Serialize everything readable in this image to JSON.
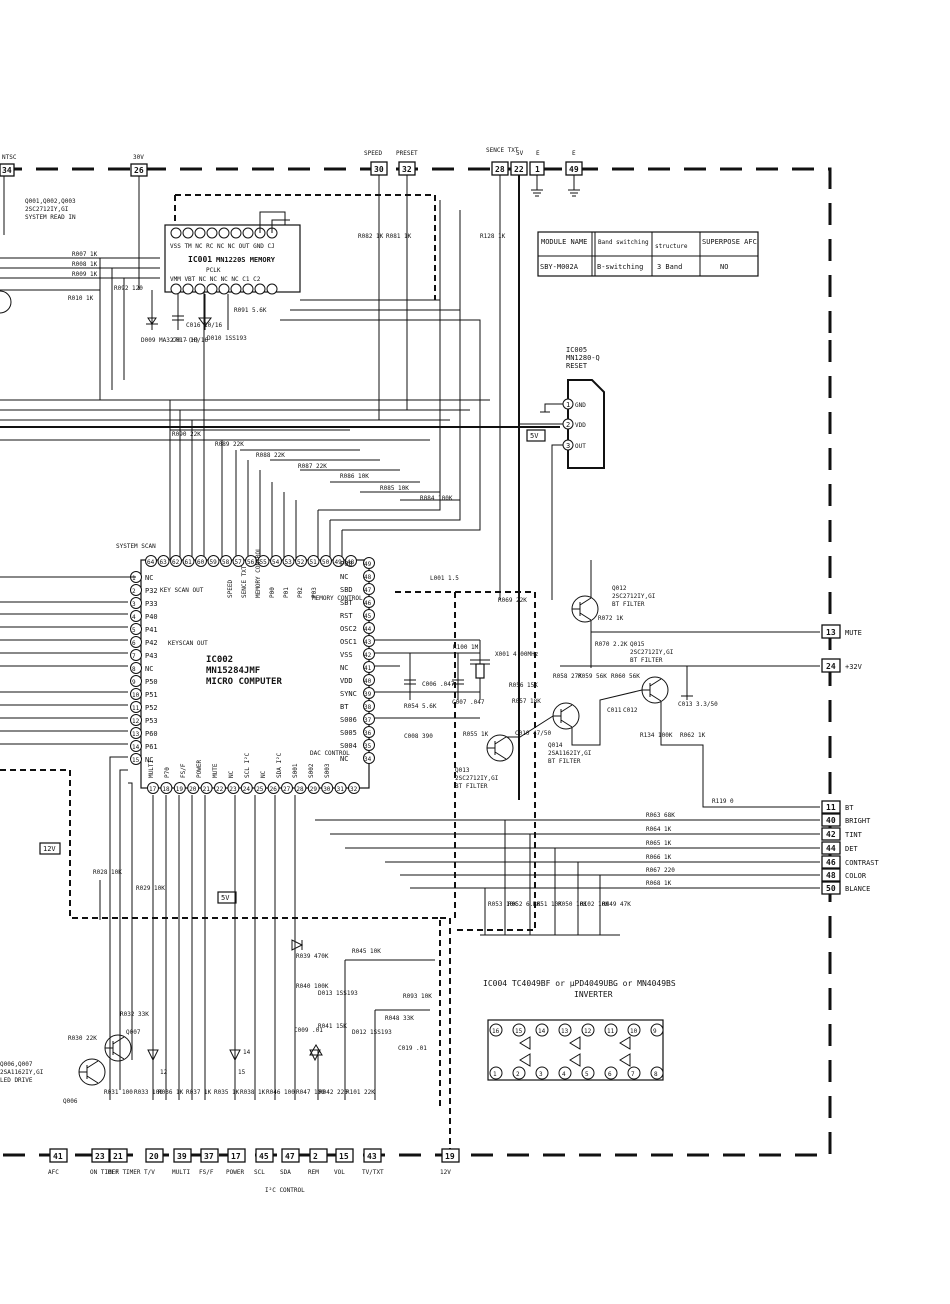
{
  "top_connectors": [
    {
      "num": "34",
      "label": "NTSC"
    },
    {
      "num": "26",
      "label": "30V"
    },
    {
      "num": "30",
      "label": "SPEED"
    },
    {
      "num": "32",
      "label": "PRESET"
    },
    {
      "num": "28",
      "label": "SENCE TXT"
    },
    {
      "num": "22",
      "label": "5V"
    },
    {
      "num": "1",
      "label": "E"
    },
    {
      "num": "49",
      "label": "E"
    }
  ],
  "bottom_connectors": [
    {
      "num": "41",
      "label": "AFC"
    },
    {
      "num": "23",
      "label": "ON TIMER"
    },
    {
      "num": "21",
      "label": "OFF TIMER"
    },
    {
      "num": "20",
      "label": "T/V"
    },
    {
      "num": "39",
      "label": "MULTI"
    },
    {
      "num": "37",
      "label": "FS/F"
    },
    {
      "num": "17",
      "label": "POWER"
    },
    {
      "num": "45",
      "label": "SCL"
    },
    {
      "num": "47",
      "label": "SDA"
    },
    {
      "num": "2",
      "label": "REM"
    },
    {
      "num": "15",
      "label": "VOL"
    },
    {
      "num": "43",
      "label": "TV/TXT"
    },
    {
      "num": "19",
      "label": "12V"
    }
  ],
  "i2c_control_label": "I²C CONTROL",
  "right_connectors": [
    {
      "num": "13",
      "label": "MUTE"
    },
    {
      "num": "24",
      "label": "+32V"
    },
    {
      "num": "11",
      "label": "BT"
    },
    {
      "num": "40",
      "label": "BRIGHT"
    },
    {
      "num": "42",
      "label": "TINT"
    },
    {
      "num": "44",
      "label": "DET"
    },
    {
      "num": "46",
      "label": "CONTRAST"
    },
    {
      "num": "48",
      "label": "COLOR"
    },
    {
      "num": "50",
      "label": "BLANCE"
    }
  ],
  "module_table": {
    "headers": [
      "MODULE NAME",
      "Band switching",
      "structure",
      "SUPERPOSE AFC"
    ],
    "row": [
      "SBY-M002A",
      "B-switching",
      "3 Band",
      "NO"
    ]
  },
  "ic001": {
    "name": "IC001",
    "part": "MN1220S MEMORY",
    "top_pins_label": "VSS TM NC RC NC NC OUT GND CJ",
    "bottom_pins_label": "VMM VBT NC NC NC NC C1 C2",
    "pclk": "PCLK"
  },
  "ic002": {
    "name": "IC002",
    "part": "MN15284JMF",
    "desc": "MICRO COMPUTER",
    "left_pins": [
      "NC",
      "P32",
      "P33",
      "P40",
      "P41",
      "P42",
      "P43",
      "NC",
      "P50",
      "P51",
      "P52",
      "P53",
      "P60",
      "P61",
      "NC"
    ],
    "right_pins": [
      "P00",
      "NC",
      "SBD",
      "SBT",
      "RST",
      "OSC2",
      "OSC1",
      "VSS",
      "NC",
      "VDD",
      "SYNC",
      "BT",
      "S006",
      "S005",
      "S004",
      "NC"
    ],
    "top_labels": [
      "KEY SCAN OUT",
      "SPEED",
      "SENCE TXT",
      "MEMORY CONTROL",
      "P00",
      "P01",
      "P02",
      "P03"
    ],
    "bottom_labels": [
      "MULTI",
      "P70",
      "FS/F",
      "POWER",
      "MUTE",
      "NC",
      "SCL I²C",
      "NC",
      "SDA I²C",
      "S001",
      "S002",
      "S003"
    ],
    "keyscan_label": "KEYSCAN OUT",
    "system_scan": "SYSTEM SCAN",
    "memory_control": "MEMORY CONTROL",
    "dac_control": "DAC CONTROL"
  },
  "ic005": {
    "name": "IC005",
    "part": "MN1280-Q",
    "desc": "RESET",
    "pins": [
      "GND",
      "VDD",
      "OUT"
    ]
  },
  "ic004": {
    "title": "IC004  TC4049BF or µPD4049UBG or MN4049BS",
    "desc": "INVERTER",
    "top_pins": [
      "16",
      "15",
      "14",
      "13",
      "12",
      "11",
      "10",
      "9"
    ],
    "bottom_pins": [
      "1",
      "2",
      "3",
      "4",
      "5",
      "6",
      "7",
      "8"
    ]
  },
  "transistors": [
    {
      "ref": "Q012",
      "part": "2SC2712IY,GI",
      "desc": "BT FILTER"
    },
    {
      "ref": "Q015",
      "part": "2SC2712IY,GI",
      "desc": "BT FILTER"
    },
    {
      "ref": "Q014",
      "part": "2SA1162IY,GI",
      "desc": "BT FILTER"
    },
    {
      "ref": "Q013",
      "part": "2SC2712IY,GI",
      "desc": "BT FILTER"
    },
    {
      "ref": "Q007",
      "part": "",
      "desc": ""
    },
    {
      "ref": "Q006",
      "part": "",
      "desc": ""
    }
  ],
  "q_system": {
    "refs": "Q001,Q002,Q003",
    "part": "2SC2712IY,GI",
    "desc": "SYSTEM READ IN"
  },
  "q_led": {
    "refs": "Q006,Q007",
    "part": "2SA1162IY,GI",
    "desc": "LED DRIVE"
  },
  "resistors_top": [
    "R090 22K",
    "R089 22K",
    "R088 22K",
    "R087 22K",
    "R086 10K",
    "R085 10K",
    "R084 100K"
  ],
  "resistors_left": [
    "R007 1K",
    "R008 1K",
    "R009 1K",
    "R010 1K",
    "R092 120"
  ],
  "resistors_out": [
    "R063 68K",
    "R064 1K",
    "R065 1K",
    "R066 1K",
    "R067 220",
    "R068 1K"
  ],
  "resistors_bank": [
    "R053 10K",
    "R052 6.8K",
    "R051 10K",
    "R050 10K",
    "R102 10K",
    "R049 47K"
  ],
  "resistors_bottom": [
    "R031 100",
    "R033 100",
    "R036 1K",
    "R037 1K",
    "R035 1K",
    "R038 1K",
    "R046 100",
    "R047 100",
    "R042 220",
    "R101 22K"
  ],
  "bt_parts": [
    "R072 1K",
    "R070 2.2K",
    "R069 22K",
    "L001 1.5",
    "R100 1M",
    "X001 4.00MHz",
    "C006 .047",
    "C007 .047",
    "C008 390",
    "R054 5.6K",
    "R055 1K",
    "R056 15K",
    "R057 18K",
    "R058 27K",
    "R059 56K",
    "R060 56K",
    "C010 47/50",
    "C011",
    "C012",
    "C013 3.3/50",
    "R134 100K",
    "R062 1K",
    "R119 0"
  ],
  "mem_parts": [
    "D009 MA3270 -(H)",
    "C017 10/16",
    "C016 10/16",
    "D010 1SS193",
    "R091 5.6K",
    "R082 1K",
    "R081 1K",
    "R128 1K"
  ],
  "low_parts": [
    "R028 10K",
    "R029 10K",
    "R030 22K",
    "R032 33K",
    "R039 470K",
    "R040 100K",
    "R041 15K",
    "D013 1SS193",
    "D012 1SS193",
    "C009 .01",
    "C019 .01",
    "R045 10K",
    "R093 10K",
    "R048 33K"
  ],
  "rails": {
    "v5": "5V",
    "v12": "12V",
    "v5b": "5V"
  }
}
